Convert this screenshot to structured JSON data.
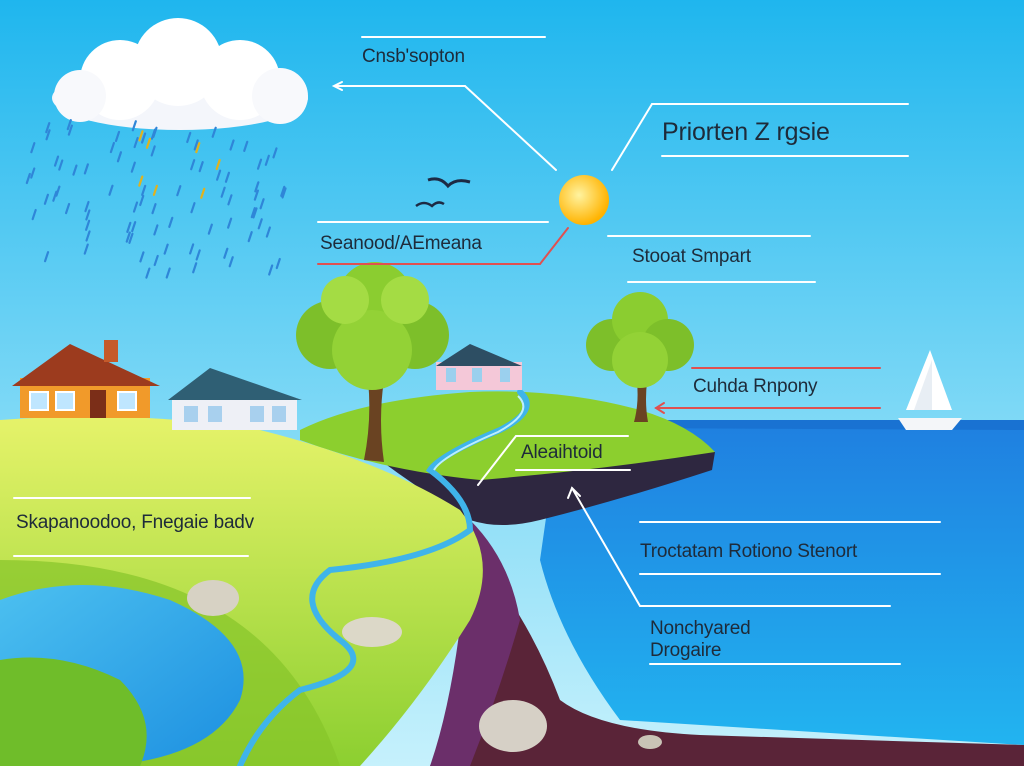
{
  "colors": {
    "sky_top": "#1fb6ee",
    "sky_bottom": "#bfeffc",
    "sea": "#1f8fe8",
    "sea_deep": "#0c6fcf",
    "grass": "#9fd63a",
    "grass_light": "#d9ef62",
    "river": "#3fb4ea",
    "soil": "#5a2a3a",
    "sun": "#ffc21a",
    "leader_line": "#ffffff",
    "leader_accent": "#e05050"
  },
  "labels": {
    "condensation": "Cnsb'sopton",
    "precipitation_zone": "Priorten Z rgsie",
    "seasonal": "Seanood/AEmeana",
    "stood": "Stooat Smpart",
    "culture": "Cuhda Rnpony",
    "aleaht": "Aleaihtoid",
    "surface_body": "Skapanoodoo, Fnegaie badv",
    "trace": "Troctatam Rotiono Stenort",
    "nonchyared": "Nonchyared Drogaire"
  }
}
